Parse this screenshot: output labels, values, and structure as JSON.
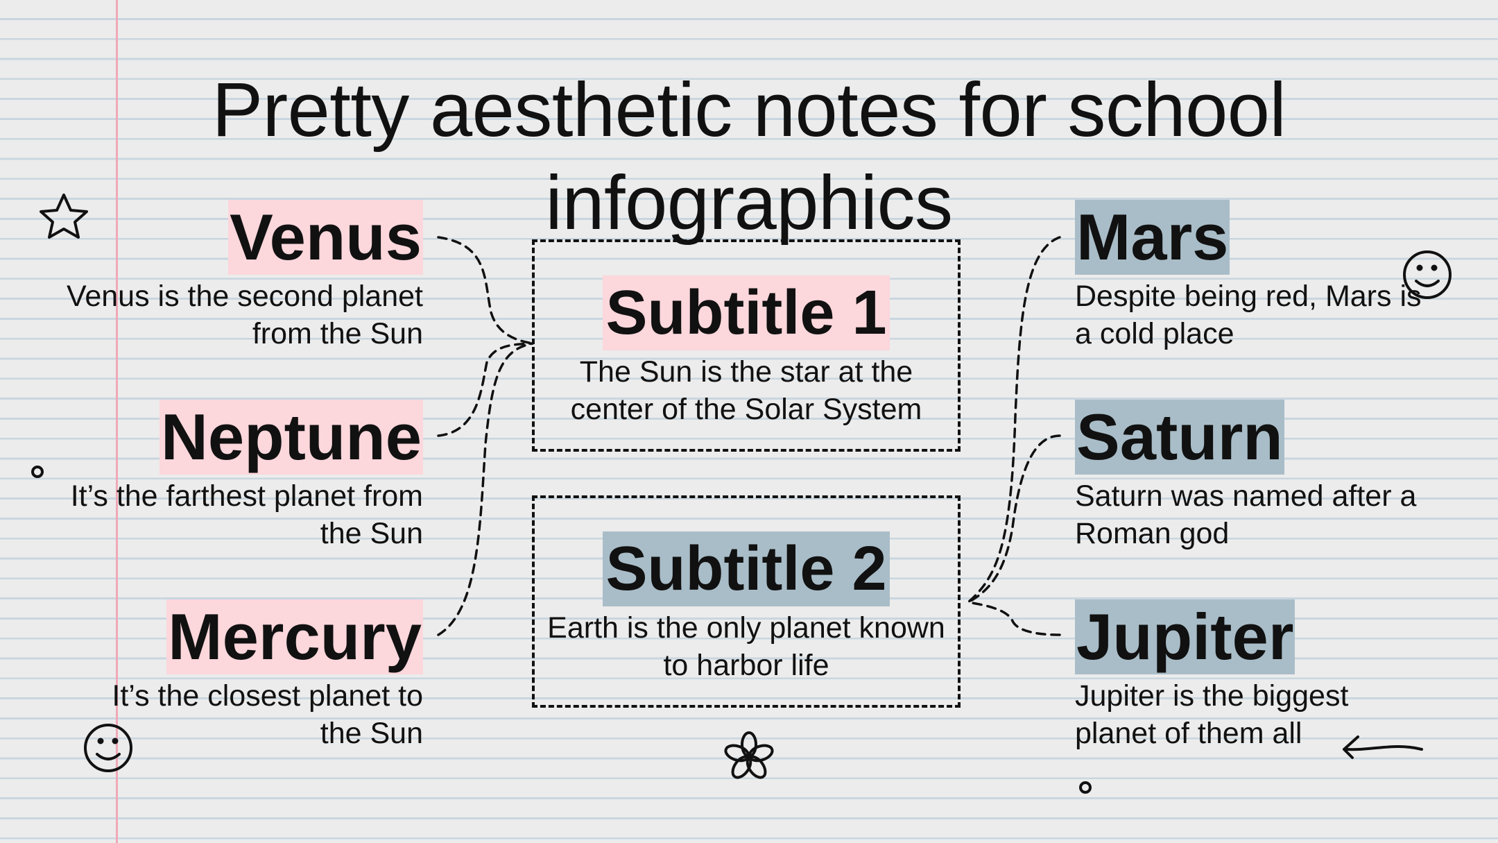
{
  "title": "Pretty aesthetic notes for school infographics",
  "left_planets": [
    {
      "name": "Venus",
      "desc": "Venus is the second planet from the Sun"
    },
    {
      "name": "Neptune",
      "desc": "It’s the farthest planet from the Sun"
    },
    {
      "name": "Mercury",
      "desc": "It’s the closest planet to the Sun"
    }
  ],
  "right_planets": [
    {
      "name": "Mars",
      "desc": "Despite being red, Mars is a cold place"
    },
    {
      "name": "Saturn",
      "desc": "Saturn was named after a Roman god"
    },
    {
      "name": "Jupiter",
      "desc": "Jupiter is the biggest planet of them all"
    }
  ],
  "boxes": [
    {
      "title": "Subtitle 1",
      "desc": "The Sun is the star at the center of the Solar System"
    },
    {
      "title": "Subtitle 2",
      "desc": "Earth is the only planet known to harbor life"
    }
  ],
  "colors": {
    "pink": "#fcd7dc",
    "blue": "#a9bdc8",
    "margin_line": "#f0a8b8",
    "rule_line": "#c9d6df",
    "background": "#ececec"
  },
  "doodles": [
    "star-icon",
    "smiley-icon",
    "smiley-icon",
    "flower-icon",
    "arrow-icon",
    "circle-icon"
  ]
}
